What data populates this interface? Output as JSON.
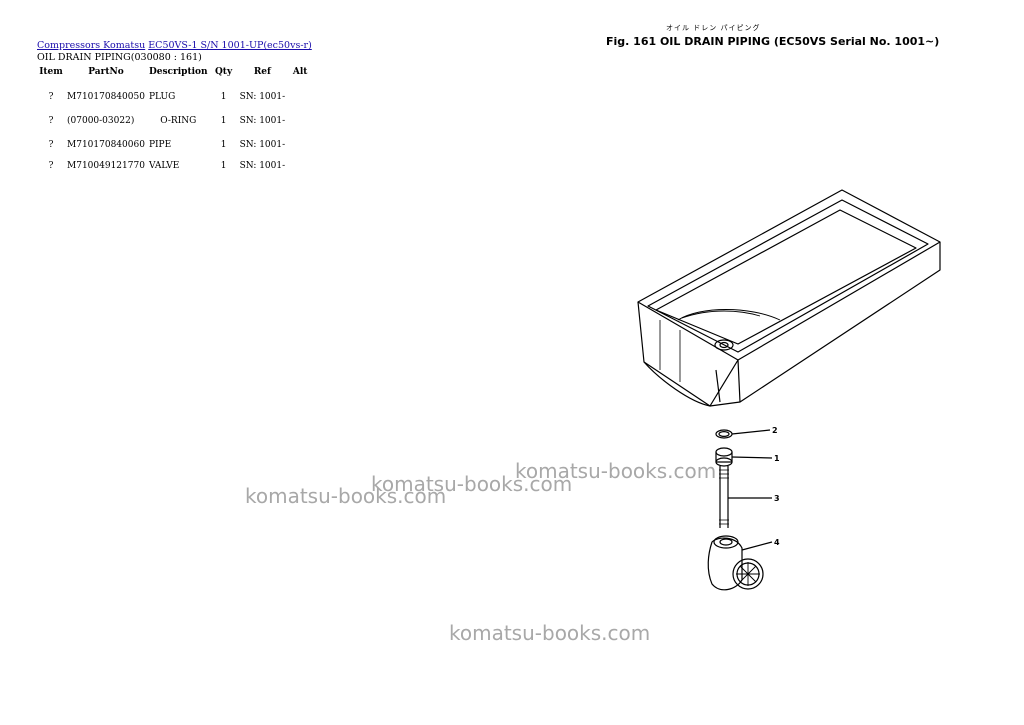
{
  "breadcrumb": {
    "link1": "Compressors Komatsu",
    "link2": "EC50VS-1 S/N 1001-UP(ec50vs-r)"
  },
  "subtitle": "OIL DRAIN PIPING(030080 : 161)",
  "table": {
    "headers": [
      "Item",
      "PartNo",
      "Description",
      "Qty",
      "Ref",
      "Alt"
    ],
    "rows": [
      {
        "item": "?",
        "part": "M710170840050",
        "desc": "PLUG",
        "qty": "1",
        "ref": "SN: 1001-",
        "alt": ""
      },
      {
        "item": "?",
        "part": "(07000-03022)",
        "desc": "O-RING",
        "qty": "1",
        "ref": "SN: 1001-",
        "alt": ""
      },
      {
        "item": "?",
        "part": "M710170840060",
        "desc": "PIPE",
        "qty": "1",
        "ref": "SN: 1001-",
        "alt": ""
      },
      {
        "item": "?",
        "part": "M710049121770",
        "desc": "VALVE",
        "qty": "1",
        "ref": "SN: 1001-",
        "alt": ""
      }
    ]
  },
  "figure": {
    "jp_caption": "オイル ドレン パイピング",
    "title": "Fig. 161  OIL DRAIN PIPING (EC50VS Serial No. 1001~)",
    "callouts": [
      "2",
      "1",
      "3",
      "4"
    ]
  },
  "watermarks": [
    "komatsu-books.com",
    "komatsu-books.com",
    "komatsu-books.com",
    "komatsu-books.com"
  ]
}
